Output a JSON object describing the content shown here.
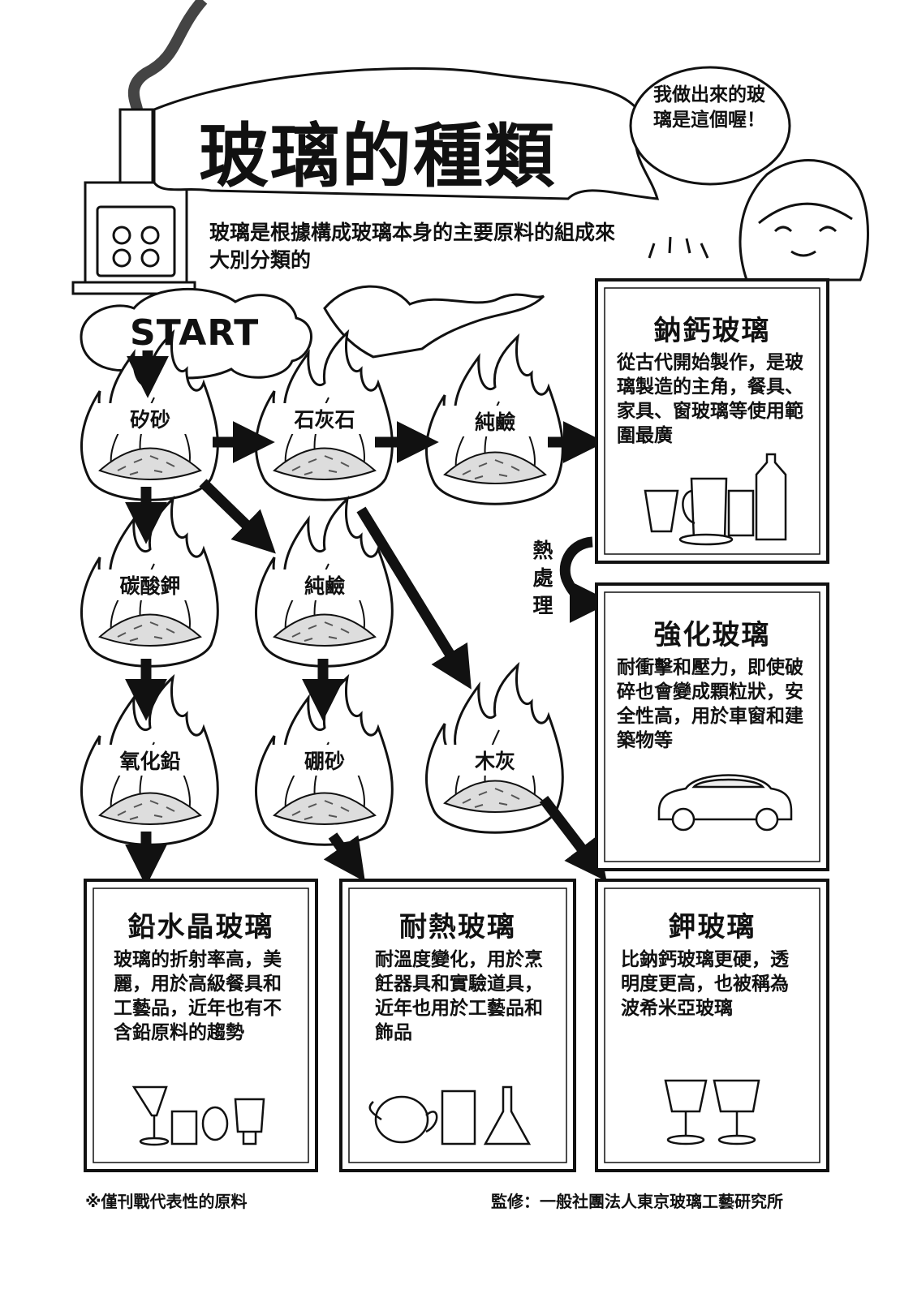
{
  "title": "玻璃的種類",
  "subtitle": "玻璃是根據構成玻璃本身的主要原料的組成來大別分類的",
  "speech": "我做出來的玻璃是這個喔！",
  "start_label": "START",
  "materials": {
    "silica_sand": "矽砂",
    "limestone": "石灰石",
    "soda_ash_1": "純鹼",
    "potassium_carbonate": "碳酸鉀",
    "soda_ash_2": "純鹼",
    "lead_oxide": "氧化鉛",
    "borax": "硼砂",
    "wood_ash": "木灰"
  },
  "heat_treatment": "熱處理",
  "boxes": {
    "soda_lime": {
      "title": "鈉鈣玻璃",
      "text": "從古代開始製作，是玻璃製造的主角，餐具、家具、窗玻璃等使用範圍最廣"
    },
    "tempered": {
      "title": "強化玻璃",
      "text": "耐衝擊和壓力，即使破碎也會變成顆粒狀，安全性高，用於車窗和建築物等"
    },
    "lead_crystal": {
      "title": "鉛水晶玻璃",
      "text": "玻璃的折射率高，美麗，用於高級餐具和工藝品，近年也有不含鉛原料的趨勢"
    },
    "heat_resistant": {
      "title": "耐熱玻璃",
      "text": "耐溫度變化，用於烹飪器具和實驗道具，近年也用於工藝品和飾品"
    },
    "potash": {
      "title": "鉀玻璃",
      "text": "比鈉鈣玻璃更硬，透明度更高，也被稱為波希米亞玻璃"
    }
  },
  "footer_note": "※僅刊戰代表性的原料",
  "footer_credit": "監修：一般社團法人東京玻璃工藝研究所"
}
